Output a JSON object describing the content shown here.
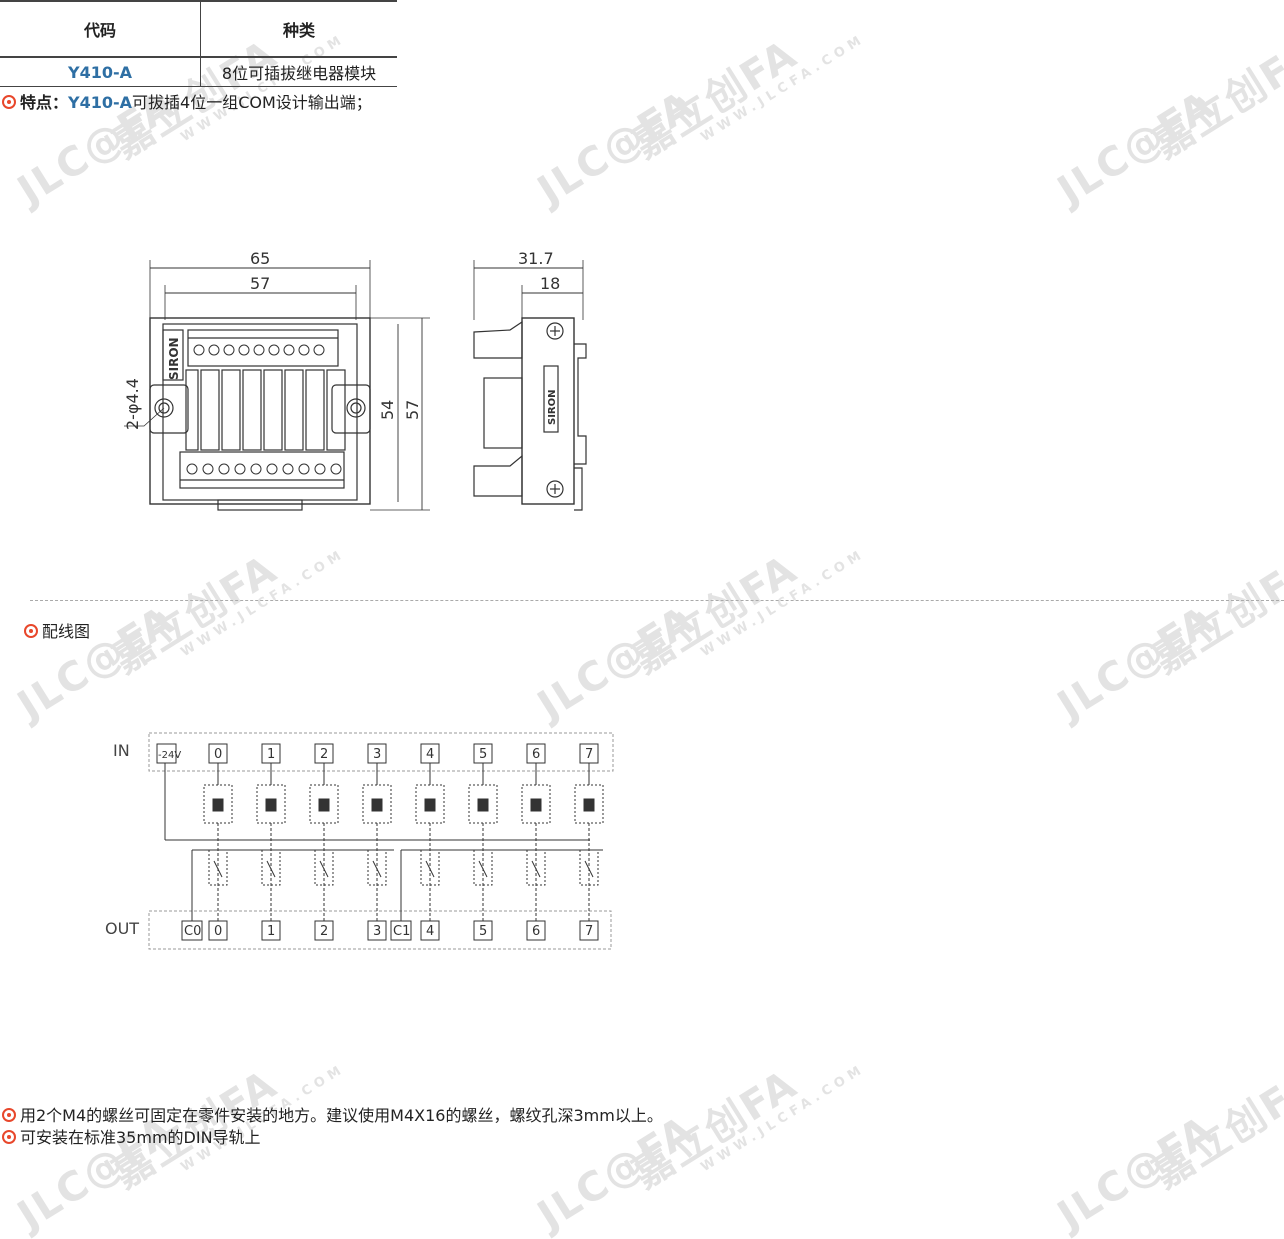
{
  "table": {
    "headers": [
      "代码",
      "种类"
    ],
    "row": {
      "code": "Y410-A",
      "type": "8位可插拔继电器模块"
    }
  },
  "feature": {
    "prefix": "特点：",
    "code": "Y410-A",
    "text": "可拔插4位一组COM设计输出端；"
  },
  "drawing": {
    "dim_65": "65",
    "dim_57_top": "57",
    "dim_54": "54",
    "dim_57_side": "57",
    "hole": "2-φ4.4",
    "dim_31_7": "31.7",
    "dim_18": "18",
    "brand": "SIRON"
  },
  "wiring": {
    "title": "配线图",
    "in_label": "IN",
    "out_label": "OUT",
    "in_common": "-24V",
    "channels": [
      "0",
      "1",
      "2",
      "3",
      "4",
      "5",
      "6",
      "7"
    ],
    "out_common": [
      "C0",
      "C1"
    ]
  },
  "notes": [
    "用2个M4的螺丝可固定在零件安装的地方。建议使用M4X16的螺丝，螺纹孔深3mm以上。",
    "可安装在标准35mm的DIN导轨上"
  ],
  "watermark": {
    "logo": "JLC@FA",
    "brand": "嘉立创FA",
    "url": "WWW.JLCFA.COM"
  },
  "colors": {
    "accent": "#e8472b",
    "code_blue": "#2e6fa4"
  }
}
